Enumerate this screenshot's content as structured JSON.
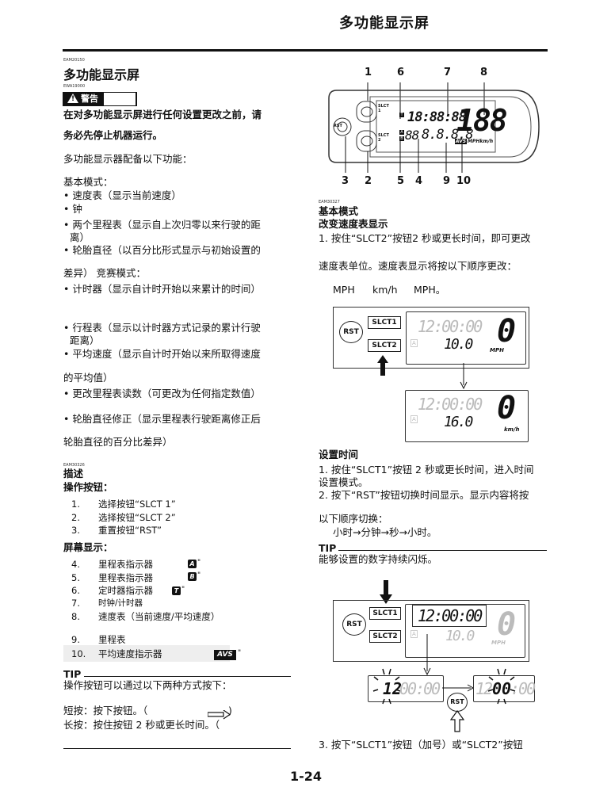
{
  "header": {
    "title": "多功能显示屏"
  },
  "left": {
    "code1": "EAM20150",
    "section_title": "多功能显示屏",
    "code2": "EWA19000",
    "warning_label": "警告",
    "warning_text1": "在对多功能显示屏进行任何设置更改之前，请",
    "warning_text2": "务必先停止机器运行。",
    "intro": "多功能显示器配备以下功能：",
    "basic_mode": "基本模式：",
    "basic_items": [
      "• 速度表（显示当前速度）",
      "• 钟",
      "• 两个里程表（显示自上次归零以来行驶的距",
      "离）",
      "• 轮胎直径（以百分比形式显示与初始设置的"
    ],
    "race_line": "差异）  竞赛模式：",
    "race_item1": "• 计时器（显示自计时开始以来累计的时间）",
    "race_items": [
      "• 行程表（显示以计时器方式记录的累计行驶",
      "距离）",
      "• 平均速度（显示自计时开始以来所取得速度"
    ],
    "avg_cont": "的平均值）",
    "odo_change": "• 更改里程表读数（可更改为任何指定数值）",
    "tire_fix": "• 轮胎直径修正（显示里程表行驶距离修正后",
    "tire_fix2": "轮胎直径的百分比差异）",
    "code3": "EAM30326",
    "desc_title": "描述",
    "buttons_title": "操作按钮：",
    "buttons": [
      {
        "n": "1.",
        "t": "选择按钮“SLCT 1”"
      },
      {
        "n": "2.",
        "t": "选择按钮“SLCT 2”"
      },
      {
        "n": "3.",
        "t": "重置按钮“RST”"
      }
    ],
    "screen_title": "屏幕显示：",
    "screen_items": [
      {
        "n": "4.",
        "t": "里程表指示器",
        "icon": "A"
      },
      {
        "n": "5.",
        "t": "里程表指示器",
        "icon": "B"
      },
      {
        "n": "6.",
        "t": "定时器指示器",
        "icon": "T"
      },
      {
        "n": "7.",
        "t": "时钟/计时器",
        "icon": ""
      },
      {
        "n": "8.",
        "t": "速度表（当前速度/平均速度）",
        "icon": ""
      },
      {
        "n": "9.",
        "t": "里程表",
        "icon": ""
      },
      {
        "n": "10.",
        "t": "平均速度指示器",
        "icon": "AVS"
      }
    ],
    "tip_label": "TIP",
    "tip_text": "操作按钮可以通过以下两种方式按下：",
    "short_press": "短按：按下按钮。（",
    "long_press": "长按：按住按钮 2 秒或更长时间。（",
    "quote_mark": "\""
  },
  "right": {
    "callouts": {
      "top": [
        "1",
        "6",
        "7",
        "8"
      ],
      "bottom": [
        "3",
        "2",
        "5",
        "4",
        "9",
        "10"
      ]
    },
    "main_display": {
      "slct1": "SLCT 1",
      "slct2": "SLCT 2",
      "rst": "RST",
      "clock": "18:88:88",
      "speed": "188",
      "odo": "8.8.8.8",
      "odo_prefix": "88",
      "avs": "AVS",
      "unit": "MPHkm/h",
      "t_icon": "T",
      "a_icon": "A",
      "b_icon": "B"
    },
    "code4": "EAM30327",
    "basic_title": "基本模式",
    "change_title": "改变速度表显示",
    "change_text1": "1. 按住“SLCT2”按钮2 秒或更长时间，即可更改",
    "change_text2": "速度表单位。速度表显示将按以下顺序更改：",
    "units_seq": [
      "MPH",
      "km/h",
      "MPH。"
    ],
    "d1": {
      "slct1": "SLCT1",
      "slct2": "SLCT2",
      "rst": "RST",
      "clock": "12:00:00",
      "odo": "10.0",
      "speed": "0",
      "unit": "MPH",
      "a": "A"
    },
    "d2": {
      "clock": "12:00:00",
      "odo": "16.0",
      "speed": "0",
      "unit": "km/h",
      "a": "A"
    },
    "time_title": "设置时间",
    "time_text1": "1. 按住“SLCT1”按钮 2 秒或更长时间，进入时间",
    "time_text1b": "设置模式。",
    "time_text2": "2. 按下“RST”按钮切换时间显示。显示内容将按",
    "time_text3": "以下顺序切换：",
    "time_seq": "小时→分钟→秒→小时。",
    "tip_label": "TIP",
    "tip_text": "能够设置的数字持续闪烁。",
    "d3": {
      "slct1": "SLCT1",
      "slct2": "SLCT2",
      "rst": "RST",
      "clock": "12:00:00",
      "odo": "10.0",
      "speed": "0",
      "unit": "MPH",
      "a": "A"
    },
    "d4": {
      "hour": "12",
      "rest": "00:00"
    },
    "d5": {
      "rst": "RST"
    },
    "d6": {
      "hour": "12:",
      "min": "00",
      "sec": ":00"
    },
    "step3": "3. 按下“SLCT1”按钮（加号）或“SLCT2”按钮"
  },
  "page_number": "1-24"
}
